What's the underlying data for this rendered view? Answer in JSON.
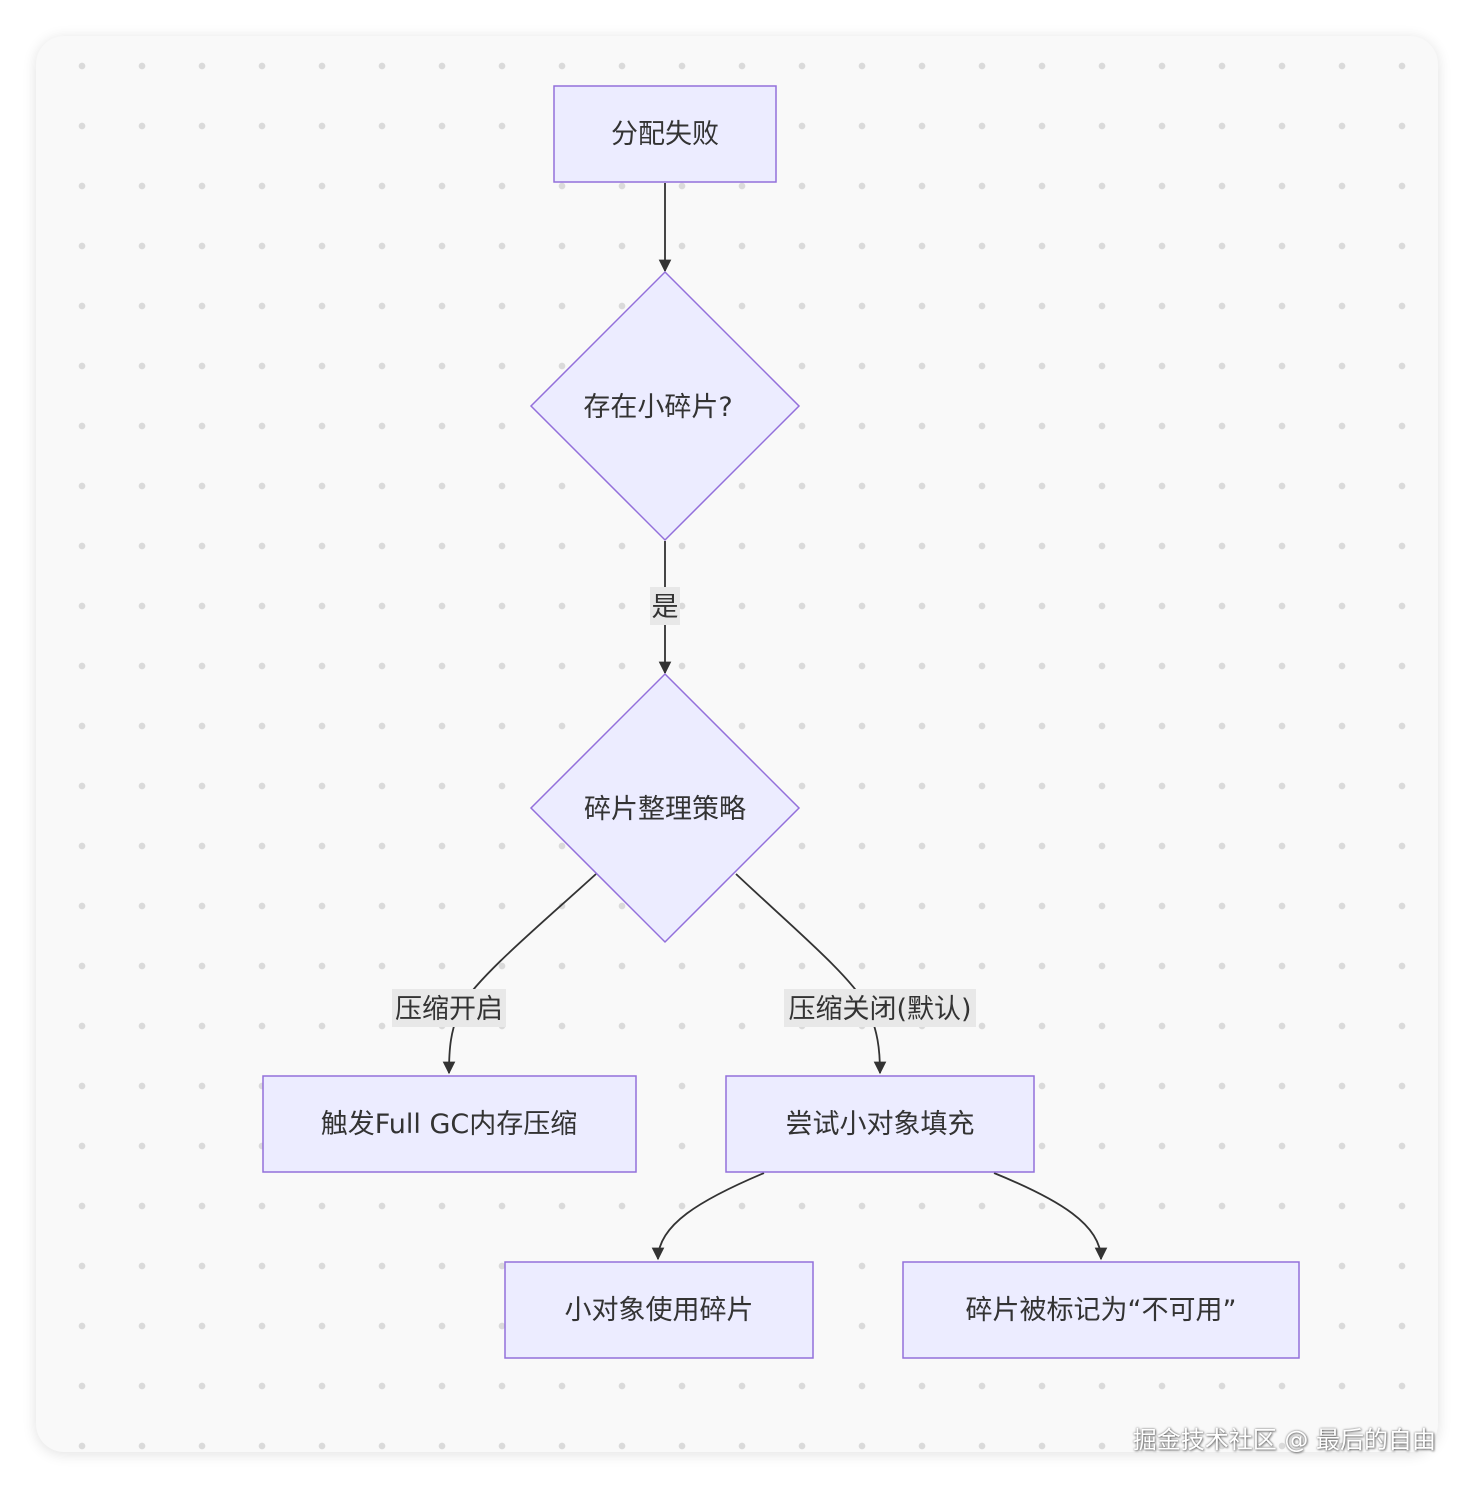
{
  "nodes": {
    "allocation_failed": "分配失败",
    "has_small_fragments": "存在小碎片?",
    "defrag_strategy": "碎片整理策略",
    "full_gc_compact": "触发Full GC内存压缩",
    "try_small_object_fill": "尝试小对象填充",
    "small_object_uses_fragment": "小对象使用碎片",
    "fragment_marked_unusable": "碎片被标记为“不可用”"
  },
  "edges": {
    "yes_label": "是",
    "compaction_on_label": "压缩开启",
    "compaction_off_label": "压缩关闭(默认)"
  },
  "colors": {
    "node_fill": "#ececff",
    "node_stroke": "#9370db",
    "edge": "#333333",
    "label_bg": "#e8e8e8"
  },
  "watermark": "掘金技术社区 @ 最后的自由"
}
